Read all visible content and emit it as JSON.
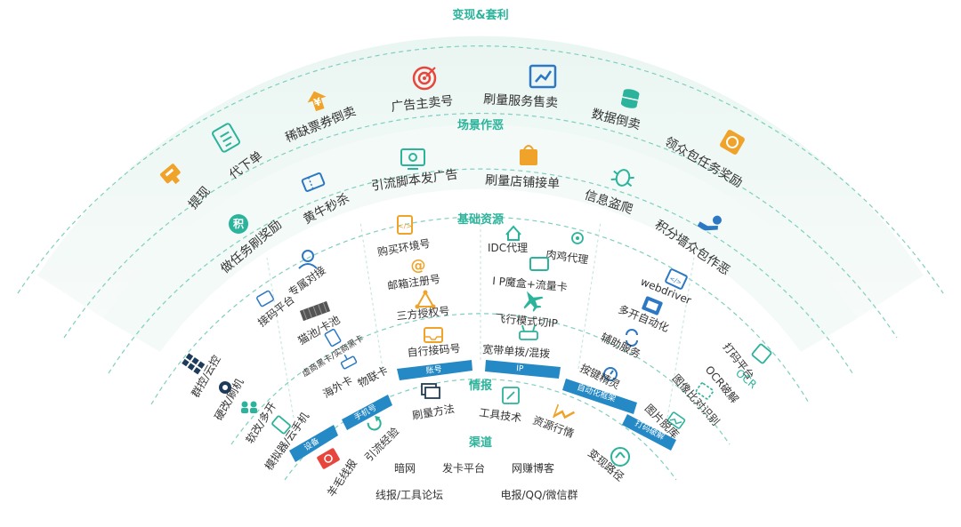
{
  "rings": {
    "monetize": "变现&套利",
    "scene": "场景作恶",
    "base": "基础资源",
    "intel": "情报",
    "channel": "渠道"
  },
  "monetize_items": [
    "提现",
    "代下单",
    "稀缺票券倒卖",
    "广告主卖号",
    "刷量服务售卖",
    "数据倒卖",
    "领众包任务奖励"
  ],
  "scene_items": [
    "做任务刷奖励",
    "黄牛秒杀",
    "引流脚本发广告",
    "刷量店铺接单",
    "信息盗爬",
    "积分墙众包作恶"
  ],
  "base_device": [
    "群控/云控",
    "硬改/刷机",
    "软改/多开",
    "模拟器/云手机"
  ],
  "base_phone": [
    "专属对接",
    "接码平台",
    "猫池/卡池",
    "虚商黑卡/实商黑卡",
    "海外卡",
    "物联卡"
  ],
  "base_account": [
    "购买环境号",
    "邮箱注册号",
    "三方授权号",
    "自行接码号"
  ],
  "base_ip": [
    "IDC代理",
    "肉鸡代理",
    "I P魔盒+流量卡",
    "飞行模式切IP",
    "宽带单拨/混拨"
  ],
  "base_auto": [
    "webdriver",
    "多开自动化",
    "辅助服务",
    "按键精灵"
  ],
  "base_captcha": [
    "打码平台",
    "OCR破解",
    "图像比对识别",
    "图片脱库"
  ],
  "tabs": {
    "device": "设备",
    "phone": "手机号",
    "account": "账号",
    "ip": "IP",
    "auto": "自动化框架",
    "captcha": "打码破解"
  },
  "intel_items": [
    "羊毛线报",
    "引流经验",
    "刷量方法",
    "工具技术",
    "资源行情",
    "变现路径"
  ],
  "channel_items": [
    "暗网",
    "发卡平台",
    "网赚博客",
    "线报/工具论坛",
    "电报/QQ/微信群"
  ],
  "icon_text": {
    "score": "积"
  },
  "colors": {
    "accent": "#2cb39b",
    "tab": "#2589c6",
    "band_fill": "#eef7f4",
    "orange": "#f0a32a",
    "red": "#e8453c",
    "blue": "#2d78c4"
  }
}
